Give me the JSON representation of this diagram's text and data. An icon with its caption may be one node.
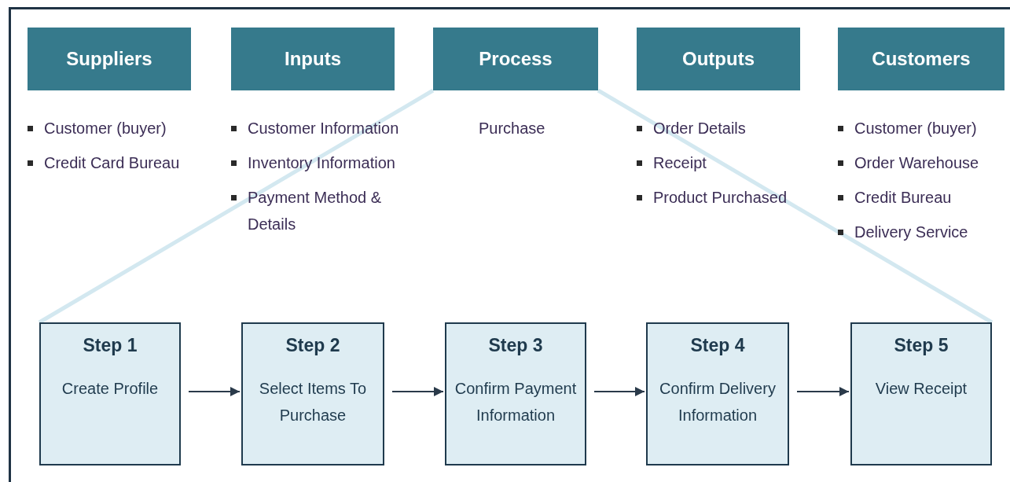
{
  "diagram": {
    "nodes": [
      {
        "text": [
          "Suppliers"
        ],
        "beside": [
          "Customer (buyer)",
          "Credit Card Bureau"
        ]
      },
      {
        "text": [
          "Inputs"
        ],
        "beside": [
          "Customer Information",
          "Inventory Information",
          "Payment Method & Details"
        ]
      },
      {
        "text": [
          "Process"
        ],
        "beside": [
          "Purchase"
        ]
      },
      {
        "text": [
          "Outputs"
        ],
        "beside": [
          "Order Details",
          "Receipt",
          "Product Purchased"
        ]
      },
      {
        "text": [
          "Customers"
        ],
        "beside": [
          "Customer (buyer)",
          "Order Warehouse",
          "Credit Bureau",
          "Delivery Service"
        ]
      },
      {
        "text": [
          "Step 1",
          "Create Profile"
        ]
      },
      {
        "text": [
          "Step 2",
          "Select Items To Purchase"
        ]
      },
      {
        "text": [
          "Step 3",
          "Confirm Payment Information"
        ]
      },
      {
        "text": [
          "Step 4",
          "Confirm Delivery Information"
        ]
      },
      {
        "text": [
          "Step 5",
          "View Receipt"
        ]
      }
    ],
    "edges": [
      {
        "from": 2,
        "to": 5,
        "arrow": "none",
        "style": "thick",
        "color": "#d3e8f0"
      },
      {
        "from": 2,
        "to": 9,
        "arrow": "none",
        "style": "thick",
        "color": "#d3e8f0"
      },
      {
        "from": 5,
        "to": 6,
        "arrow": "to"
      },
      {
        "from": 6,
        "to": 7,
        "arrow": "to"
      },
      {
        "from": 7,
        "to": 8,
        "arrow": "to"
      },
      {
        "from": 8,
        "to": 9,
        "arrow": "to"
      }
    ]
  }
}
